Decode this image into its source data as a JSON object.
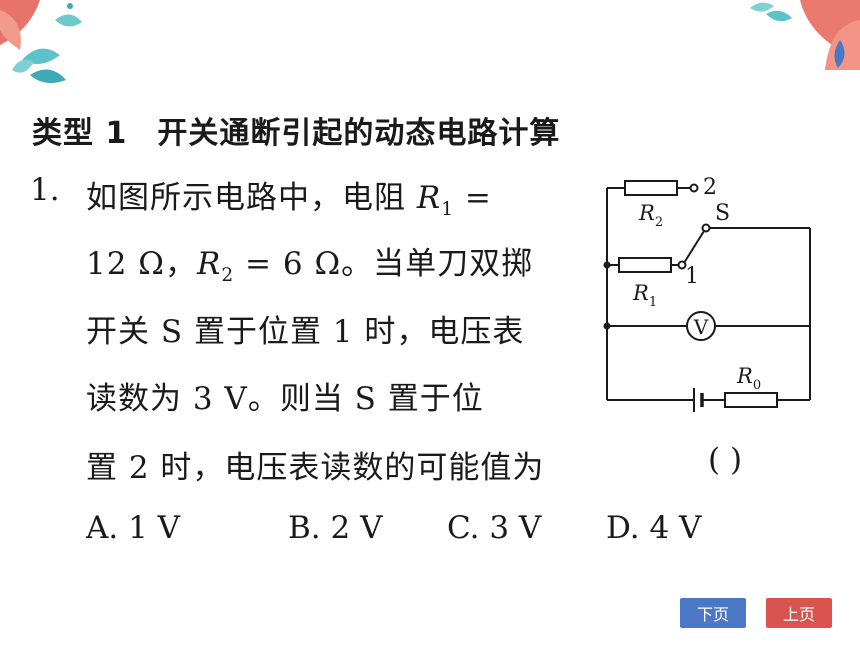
{
  "heading": {
    "type_label": "类型 1",
    "title": "开关通断引起的动态电路计算"
  },
  "question": {
    "number": "1.",
    "lines": [
      "如图所示电路中，电阻 R1 =",
      "12 Ω，R2 = 6 Ω。当单刀双掷",
      "开关 S 置于位置 1 时，电压表",
      "读数为 3 V。则当 S 置于位",
      "置 2 时，电压表读数的可能值为"
    ],
    "answer_parens": "(      )",
    "options": [
      "A. 1 V",
      "B. 2 V",
      "C. 3 V",
      "D. 4 V"
    ]
  },
  "circuit": {
    "r1": "R",
    "r1_sub": "1",
    "r2": "R",
    "r2_sub": "2",
    "r0": "R",
    "r0_sub": "0",
    "switch_label": "S",
    "pos1": "1",
    "pos2": "2",
    "meter": "V"
  },
  "nav": {
    "next": "下页",
    "prev": "上页"
  },
  "colors": {
    "next_button": "#4a78c4",
    "prev_button": "#d9534f"
  }
}
